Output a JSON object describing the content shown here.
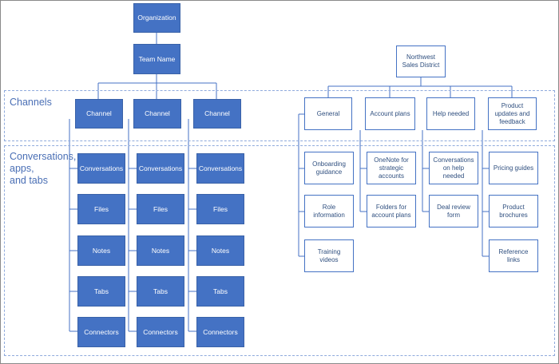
{
  "regions": {
    "channels_label": "Channels",
    "conversations_label": "Conversations,\napps,\nand tabs"
  },
  "left_tree": {
    "organization": "Organization",
    "team_name": "Team Name",
    "channels": [
      "Channel",
      "Channel",
      "Channel"
    ],
    "items": [
      "Conversations",
      "Files",
      "Notes",
      "Tabs",
      "Connectors"
    ]
  },
  "right_tree": {
    "root": "Northwest\nSales District",
    "channels": [
      {
        "label": "General",
        "items": [
          "Onboarding\nguidance",
          "Role\ninformation",
          "Training\nvideos"
        ]
      },
      {
        "label": "Account plans",
        "items": [
          "OneNote for\nstrategic\naccounts",
          "Folders for\naccount plans"
        ]
      },
      {
        "label": "Help needed",
        "items": [
          "Conversations\non help\nneeded",
          "Deal review\nform"
        ]
      },
      {
        "label": "Product\nupdates and\nfeedback",
        "items": [
          "Pricing guides",
          "Product\nbrochures",
          "Reference\nlinks"
        ]
      }
    ]
  },
  "colors": {
    "box_fill": "#4472c4",
    "connector": "#4472c4",
    "region_border": "#8faadc",
    "region_label": "#4a6fb5"
  }
}
